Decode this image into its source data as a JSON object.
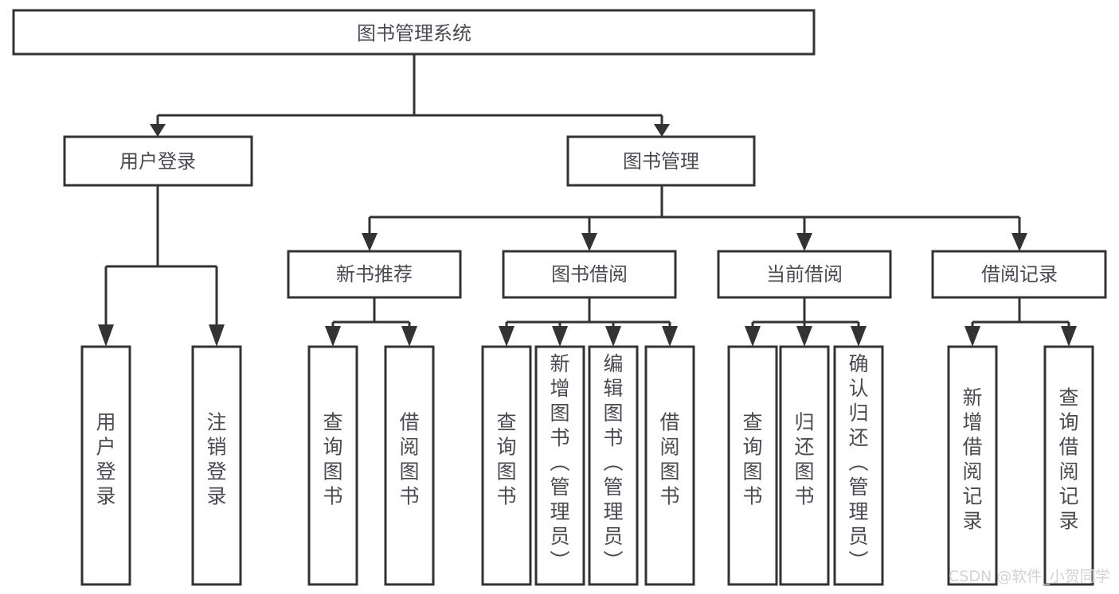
{
  "diagram": {
    "title": "图书管理系统",
    "type": "tree-hierarchy-diagram",
    "style": {
      "box_stroke": "#333333",
      "box_fill": "#ffffff",
      "text_color": "#4a4a52",
      "background": "#ffffff",
      "watermark_color": "#d2d2d2"
    },
    "levels": {
      "root": {
        "label": "图书管理系统",
        "orientation": "horizontal"
      },
      "level2": [
        {
          "id": "user-login",
          "label": "用户登录",
          "orientation": "horizontal"
        },
        {
          "id": "book-management",
          "label": "图书管理",
          "orientation": "horizontal"
        }
      ],
      "level3": [
        {
          "id": "new-book-recommend",
          "label": "新书推荐",
          "orientation": "horizontal"
        },
        {
          "id": "book-borrow",
          "label": "图书借阅",
          "orientation": "horizontal"
        },
        {
          "id": "current-borrow",
          "label": "当前借阅",
          "orientation": "horizontal"
        },
        {
          "id": "borrow-record",
          "label": "借阅记录",
          "orientation": "horizontal"
        }
      ],
      "leaves": [
        {
          "id": "leaf-user-login",
          "label": "用户登录",
          "parent": "user-login",
          "orientation": "vertical",
          "align": "center"
        },
        {
          "id": "leaf-user-logout",
          "label": "注销登录",
          "parent": "user-login",
          "orientation": "vertical",
          "align": "center"
        },
        {
          "id": "leaf-query-book-1",
          "label": "查询图书",
          "parent": "new-book-recommend",
          "orientation": "vertical",
          "align": "center"
        },
        {
          "id": "leaf-borrow-book-1",
          "label": "借阅图书",
          "parent": "new-book-recommend",
          "orientation": "vertical",
          "align": "center"
        },
        {
          "id": "leaf-query-book-2",
          "label": "查询图书",
          "parent": "book-borrow",
          "orientation": "vertical",
          "align": "center"
        },
        {
          "id": "leaf-add-book",
          "label": "新增图书（管理员）",
          "parent": "book-borrow",
          "orientation": "vertical",
          "align": "top"
        },
        {
          "id": "leaf-edit-book",
          "label": "编辑图书（管理员）",
          "parent": "book-borrow",
          "orientation": "vertical",
          "align": "top"
        },
        {
          "id": "leaf-borrow-book-2",
          "label": "借阅图书",
          "parent": "book-borrow",
          "orientation": "vertical",
          "align": "center"
        },
        {
          "id": "leaf-query-book-3",
          "label": "查询图书",
          "parent": "current-borrow",
          "orientation": "vertical",
          "align": "center"
        },
        {
          "id": "leaf-return-book",
          "label": "归还图书",
          "parent": "current-borrow",
          "orientation": "vertical",
          "align": "center"
        },
        {
          "id": "leaf-confirm-return",
          "label": "确认归还（管理员）",
          "parent": "current-borrow",
          "orientation": "vertical",
          "align": "top"
        },
        {
          "id": "leaf-add-record",
          "label": "新增借阅记录",
          "parent": "borrow-record",
          "orientation": "vertical",
          "align": "center"
        },
        {
          "id": "leaf-query-record",
          "label": "查询借阅记录",
          "parent": "borrow-record",
          "orientation": "vertical",
          "align": "center"
        }
      ]
    },
    "watermark": "CSDN @软件_小贺同学"
  }
}
